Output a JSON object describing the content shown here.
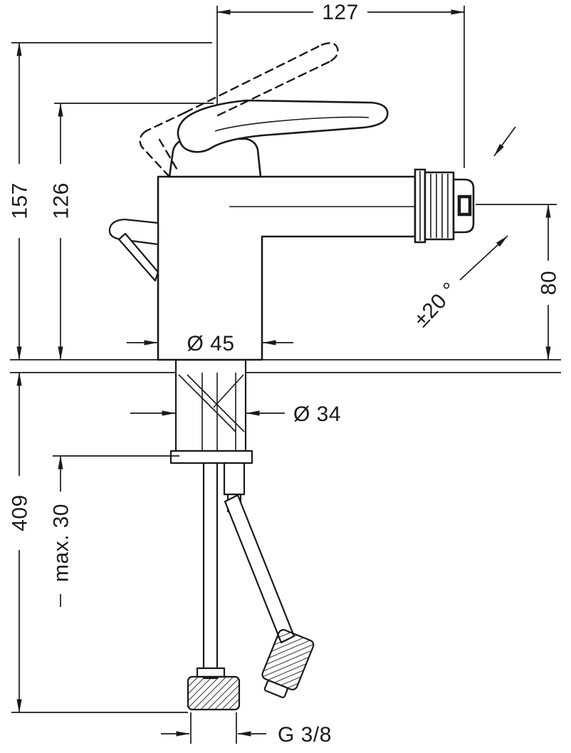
{
  "page": {
    "background_color": "#ffffff",
    "line_color": "#1a1a1a"
  },
  "drawing": {
    "type": "technical-dimension-drawing",
    "dimensions": {
      "top_width": "127",
      "total_height": "157",
      "body_height": "126",
      "outlet_height": "80",
      "outlet_swivel_angle": "±20 °",
      "base_diameter": "Ø 45",
      "shank_diameter": "Ø 34",
      "below_deck_length": "409",
      "max_deck_thickness": "max. 30",
      "connection_thread": "G 3/8"
    }
  }
}
